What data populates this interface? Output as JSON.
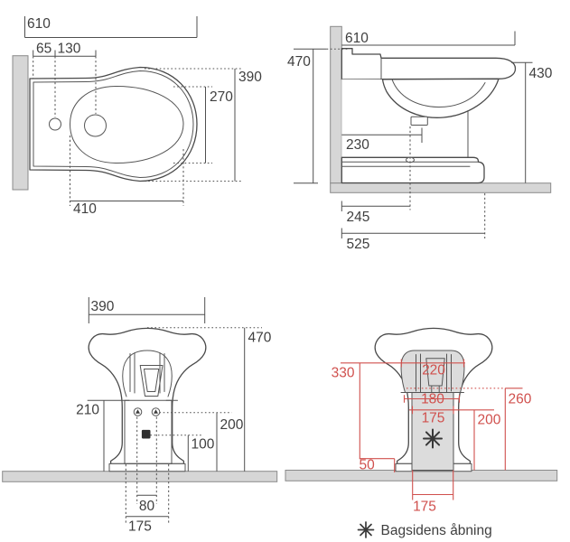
{
  "figure": {
    "type": "technical-dimension-drawing",
    "subject": "floor-standing bidet, four orthographic views with millimetre dimensions"
  },
  "colors": {
    "ink": "#4a4a4a",
    "dimension_red": "#d0504d",
    "wall_floor_fill": "#d6d6d6",
    "recess_fill": "#dcdcdc"
  },
  "plan": {
    "width_overall": "610",
    "hole_offset": "65",
    "hole_spacing": "130",
    "depth_overall": "390",
    "bowl_width_inner": "270",
    "bowl_length": "410"
  },
  "side": {
    "width_overall": "610",
    "height_overall": "470",
    "height_rim": "430",
    "height_inlet": "230",
    "drain_offset": "245",
    "depth_overall": "525"
  },
  "front": {
    "width_top": "390",
    "height_overall": "470",
    "height_shelf": "210",
    "height_holes": "200",
    "height_inlet": "100",
    "hole_spacing": "80",
    "base_width": "175"
  },
  "rear": {
    "opening_height": "330",
    "opening_width_top": "220",
    "opening_width_mid": "180",
    "opening_width": "175",
    "recess_height": "260",
    "recess_height_mid": "200",
    "base_offset": "50",
    "base_width": "175"
  },
  "legend": {
    "symbol_name": "asterisk-star",
    "symbol_glyph": "✳",
    "label": "Bagsidens åbning"
  }
}
